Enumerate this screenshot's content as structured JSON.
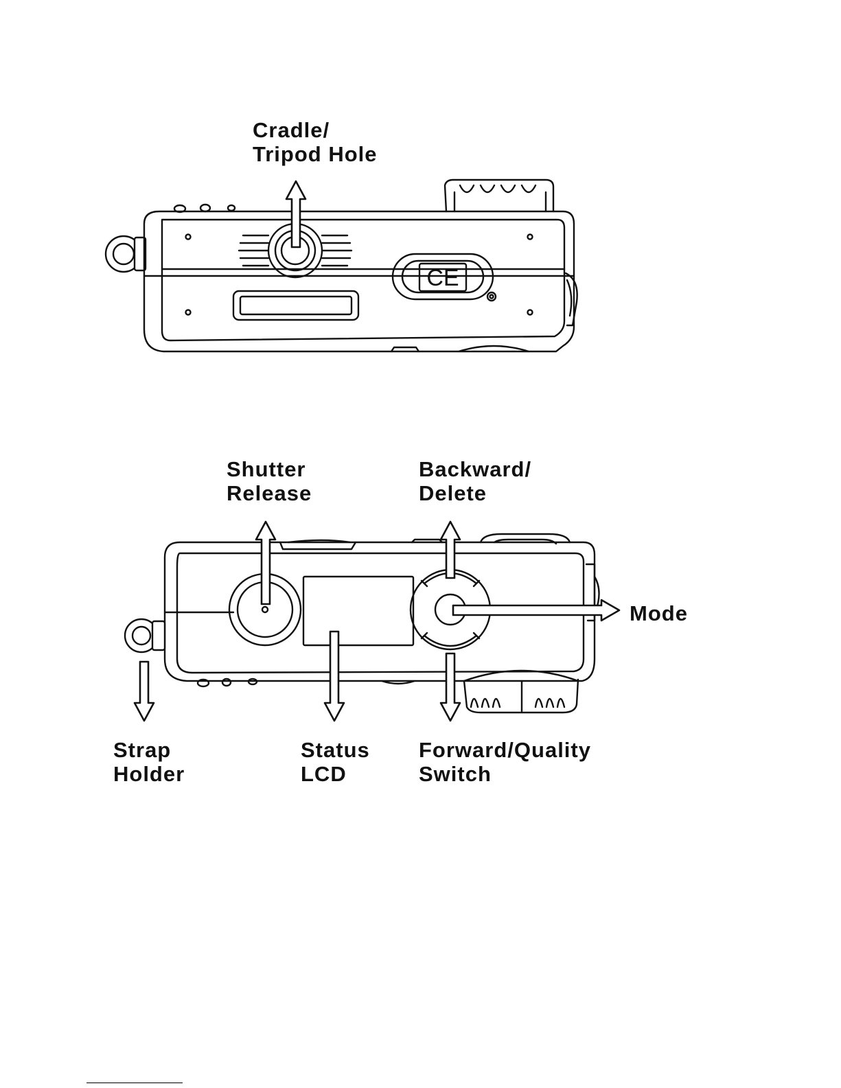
{
  "colors": {
    "line": "#111111",
    "background": "#ffffff"
  },
  "bottom_view": {
    "labels": {
      "cradle_tripod_hole": [
        "Cradle/",
        "Tripod Hole"
      ]
    },
    "ce_mark": "CE"
  },
  "top_view": {
    "labels": {
      "shutter_release": [
        "Shutter",
        "Release"
      ],
      "backward_delete": [
        "Backward/",
        "Delete"
      ],
      "mode": [
        "Mode"
      ],
      "strap_holder": [
        "Strap",
        "Holder"
      ],
      "status_lcd": [
        "Status",
        "LCD"
      ],
      "forward_quality_switch": [
        "Forward/Quality",
        "Switch"
      ]
    }
  }
}
